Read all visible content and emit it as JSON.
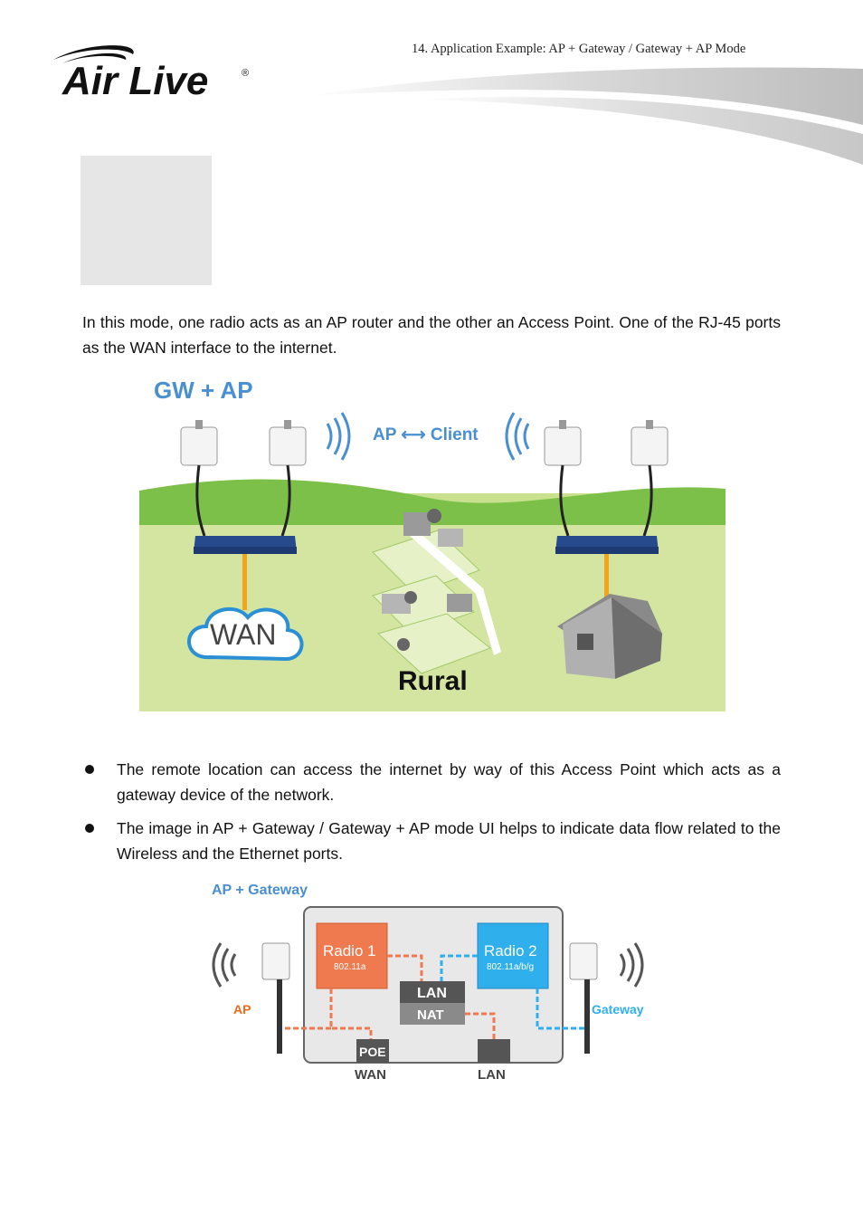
{
  "header": {
    "title": "14. Application Example: AP + Gateway / Gateway + AP Mode",
    "logo_text": "Air Live",
    "logo_mark": "®"
  },
  "intro": "In this mode, one radio acts as an AP router and the other an Access Point. One of the RJ-45 ports as the WAN interface to the internet.",
  "diagram1": {
    "title": "GW + AP",
    "link_label": "AP ⟷ Client",
    "cloud_label": "WAN",
    "area_label": "Rural"
  },
  "bullets": [
    "The remote location can access the internet by way of this Access Point which acts as a gateway device of the network.",
    "The image in AP + Gateway / Gateway + AP mode UI helps to indicate data flow related to the Wireless and the Ethernet ports."
  ],
  "diagram2": {
    "title": "AP + Gateway",
    "radio1": "Radio 1",
    "radio1_std": "802.11a",
    "radio2": "Radio 2",
    "radio2_std": "802.11a/b/g",
    "lan_block": "LAN",
    "nat_block": "NAT",
    "poe_block": "POE",
    "left_label": "AP",
    "right_label": "Gateway",
    "wan_port": "WAN",
    "lan_port": "LAN"
  },
  "colors": {
    "title_blue": "#4a8fd0",
    "sky": "#d5efe9",
    "grass": "#c4dc86",
    "hill": "#7fc24a",
    "cable": "#f2a41b",
    "radio1": "#ef7a50",
    "radio2": "#2fb0ec",
    "orange_label": "#f26a1a"
  }
}
